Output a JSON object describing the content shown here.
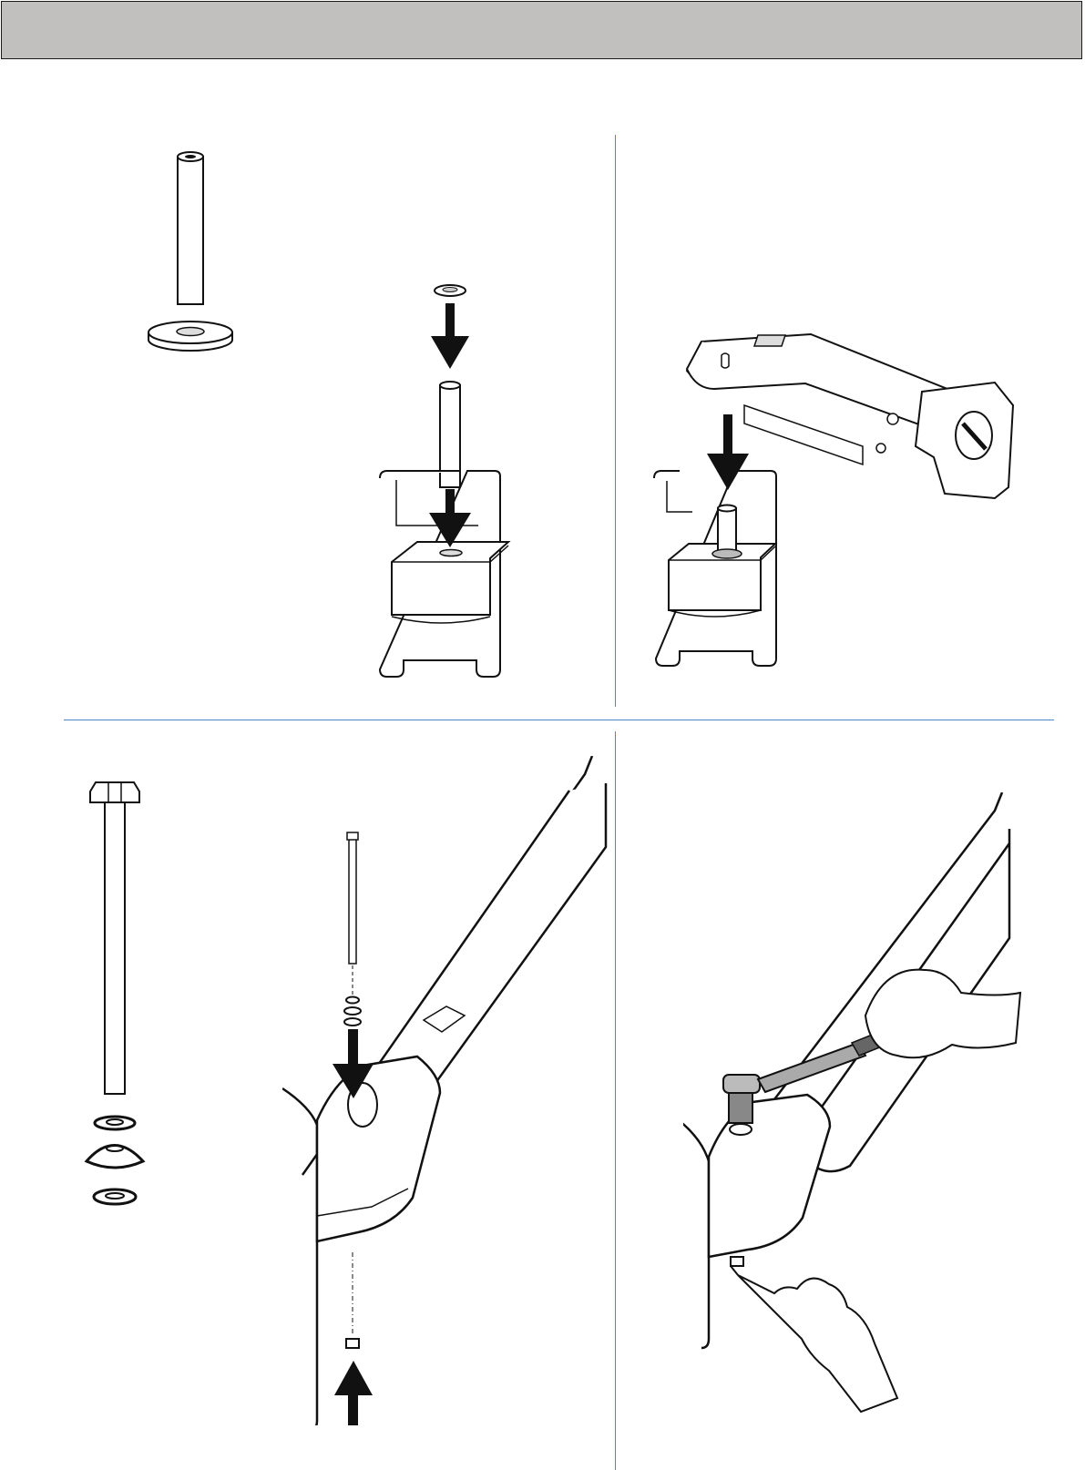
{
  "page": {
    "header_title": ""
  },
  "colors": {
    "header_fill": "#c1c0be",
    "divider": "#4f86c6",
    "line": "#111111",
    "part_fill": "#ffffff",
    "shade_fill": "#d9d9d9",
    "arrow": "#111111"
  },
  "steps": [
    {
      "step": "insert-post",
      "parts": [
        "post-icon",
        "washer-icon",
        "pole-mount-icon",
        "down-arrow-icon"
      ]
    },
    {
      "step": "attach-arm",
      "parts": [
        "arm-icon",
        "pole-mount-icon",
        "down-arrow-icon"
      ]
    },
    {
      "step": "insert-bolt",
      "parts": [
        "bolt-icon",
        "washer-icon",
        "nut-icon",
        "up-arrow-icon",
        "down-arrow-icon"
      ]
    },
    {
      "step": "tighten-bolt",
      "parts": [
        "ratchet-wrench-icon",
        "hand-icon",
        "nut-icon"
      ]
    }
  ]
}
